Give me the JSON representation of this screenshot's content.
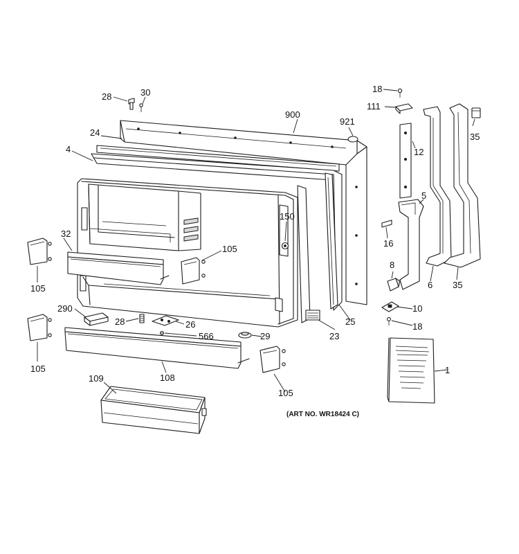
{
  "diagram": {
    "art_number": "(ART NO. WR18424 C)",
    "callouts": {
      "c28a": "28",
      "c30": "30",
      "c900": "900",
      "c921": "921",
      "c18a": "18",
      "c111": "111",
      "c12": "12",
      "c35a": "35",
      "c24": "24",
      "c4": "4",
      "c150": "150",
      "c5": "5",
      "c16": "16",
      "c32": "32",
      "c105a": "105",
      "c105b": "105",
      "c8": "8",
      "c6": "6",
      "c35b": "35",
      "c290": "290",
      "c28b": "28",
      "c26": "26",
      "c10": "10",
      "c25": "25",
      "c18b": "18",
      "c566": "566",
      "c29": "29",
      "c23": "23",
      "c105c": "105",
      "c108": "108",
      "c1": "1",
      "c109": "109",
      "c105d": "105"
    }
  }
}
